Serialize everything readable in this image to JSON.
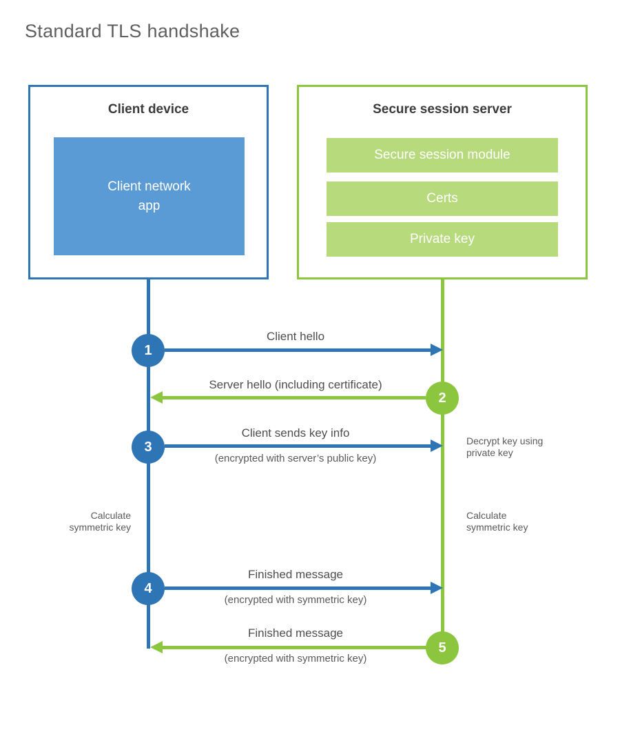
{
  "title": "Standard TLS handshake",
  "colors": {
    "blue": "#2e75b6",
    "blue_fill": "#5b9bd5",
    "green": "#8cc63f",
    "green_fill": "#b7da7c"
  },
  "client": {
    "title": "Client device",
    "app_label": "Client network\napp"
  },
  "server": {
    "title": "Secure session server",
    "modules": [
      "Secure session module",
      "Certs",
      "Private key"
    ]
  },
  "steps": [
    {
      "number": "1",
      "from": "client",
      "to": "server",
      "label": "Client hello",
      "sub": ""
    },
    {
      "number": "2",
      "from": "server",
      "to": "client",
      "label": "Server hello (including certificate)",
      "sub": ""
    },
    {
      "number": "3",
      "from": "client",
      "to": "server",
      "label": "Client sends key info",
      "sub": "(encrypted with server’s public key)"
    },
    {
      "number": "4",
      "from": "client",
      "to": "server",
      "label": "Finished message",
      "sub": "(encrypted with symmetric key)"
    },
    {
      "number": "5",
      "from": "server",
      "to": "client",
      "label": "Finished message",
      "sub": "(encrypted with symmetric key)"
    }
  ],
  "notes": {
    "decrypt": "Decrypt key using\nprivate key",
    "calc_left": "Calculate\nsymmetric key",
    "calc_right": "Calculate\nsymmetric key"
  }
}
